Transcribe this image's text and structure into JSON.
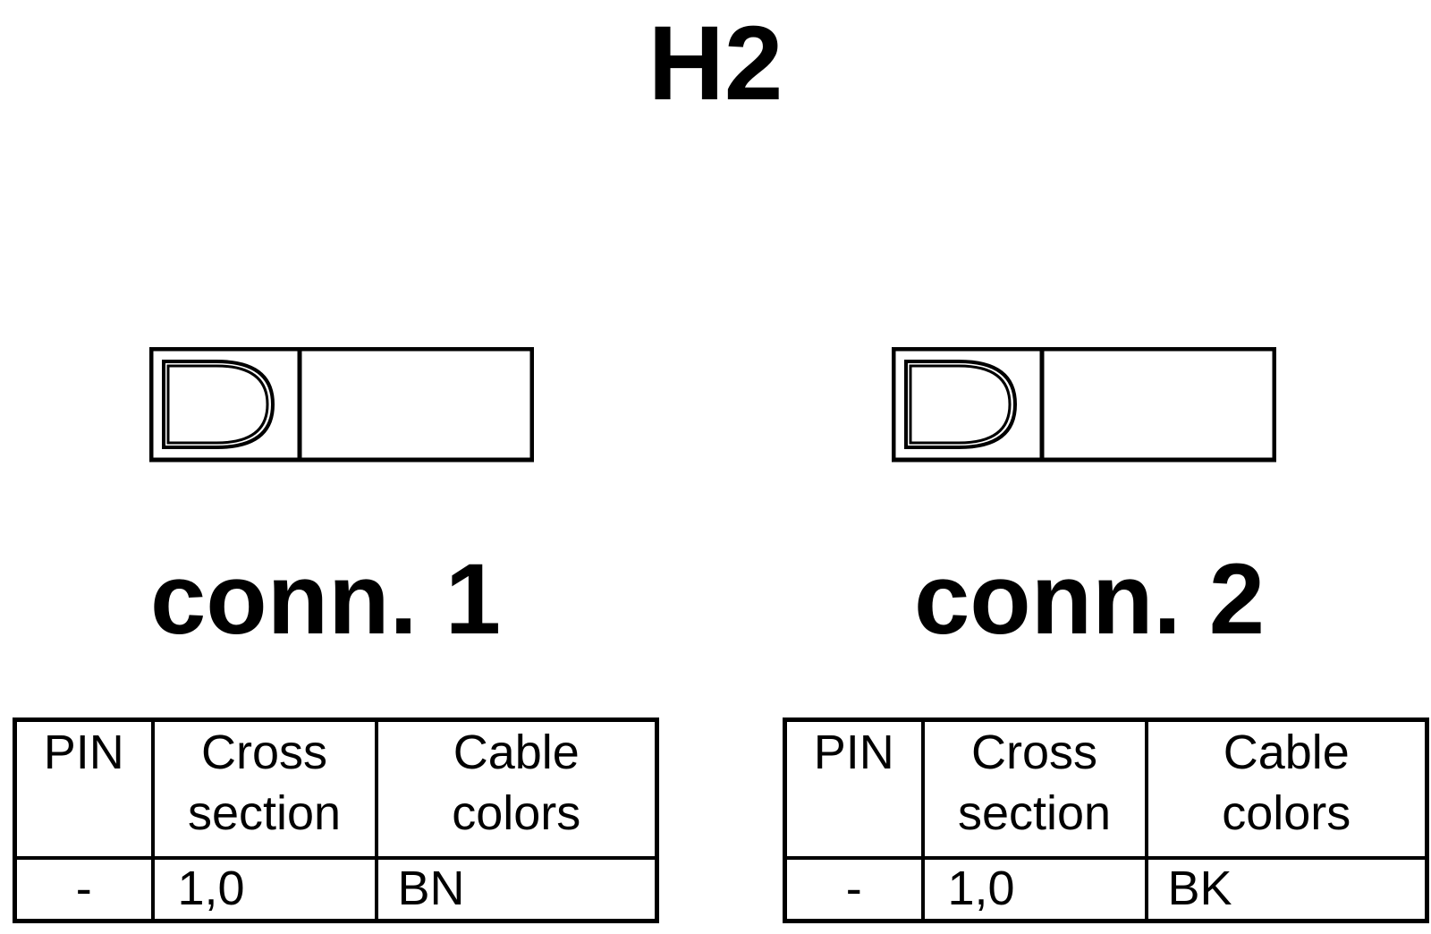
{
  "title": "H2",
  "connectors": [
    {
      "label": "conn. 1",
      "table": {
        "headers": {
          "pin": "PIN",
          "cross_section": [
            "Cross",
            "section"
          ],
          "cable_colors": [
            "Cable",
            "colors"
          ]
        },
        "rows": [
          {
            "pin": "-",
            "cross_section": "1,0",
            "cable_color": "BN"
          }
        ]
      }
    },
    {
      "label": "conn. 2",
      "table": {
        "headers": {
          "pin": "PIN",
          "cross_section": [
            "Cross",
            "section"
          ],
          "cable_colors": [
            "Cable",
            "colors"
          ]
        },
        "rows": [
          {
            "pin": "-",
            "cross_section": "1,0",
            "cable_color": "BK"
          }
        ]
      }
    }
  ]
}
